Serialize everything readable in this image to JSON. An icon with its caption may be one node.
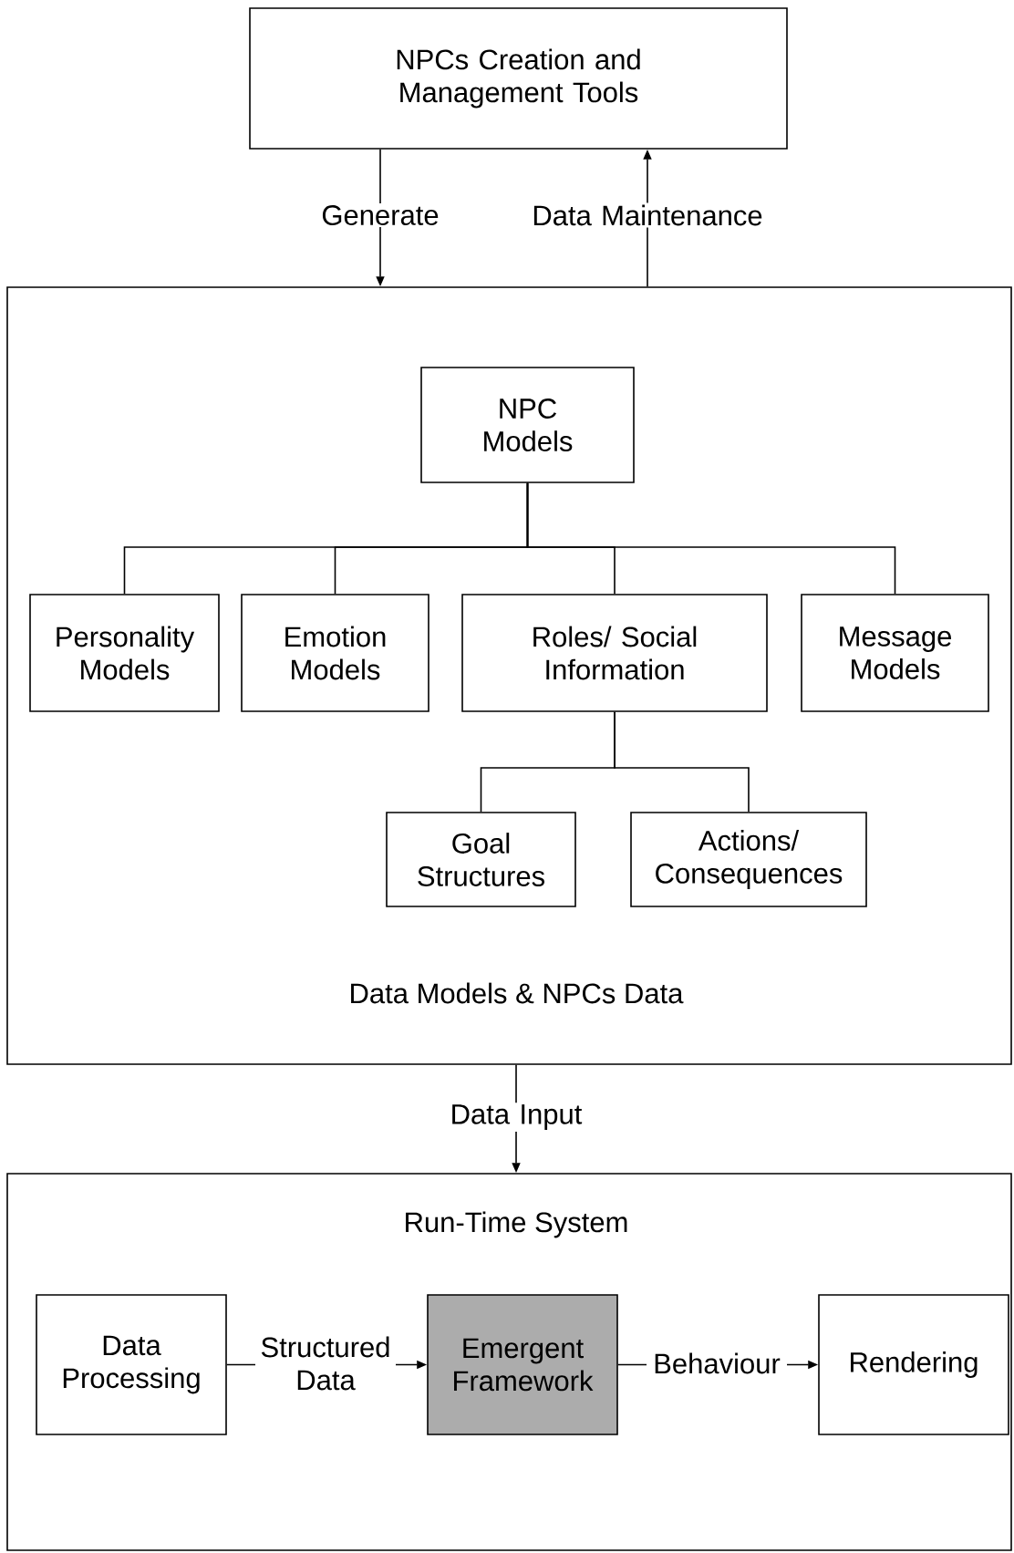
{
  "diagram": {
    "nodes": [
      {
        "text": [
          "NPCs Creation and Management Tools"
        ]
      },
      {
        "text": [
          "Data Models & NPCs Data"
        ]
      },
      {
        "text": [
          "NPC Models"
        ],
        "in": 1
      },
      {
        "text": [
          "Personality Models"
        ],
        "in": 1
      },
      {
        "text": [
          "Emotion Models"
        ],
        "in": 1
      },
      {
        "text": [
          "Roles/ Social Information"
        ],
        "in": 1
      },
      {
        "text": [
          "Message Models"
        ],
        "in": 1
      },
      {
        "text": [
          "Goal Structures"
        ],
        "in": 1
      },
      {
        "text": [
          "Actions/ Consequences"
        ],
        "in": 1
      },
      {
        "text": [
          "Run-Time System"
        ]
      },
      {
        "text": [
          "Data Processing"
        ],
        "in": 9
      },
      {
        "text": [
          "Emergent Framework"
        ],
        "in": 9
      },
      {
        "text": [
          "Rendering"
        ],
        "in": 9
      }
    ],
    "edges": [
      {
        "from": 0,
        "to": 1,
        "arrow": "to",
        "label": "Generate"
      },
      {
        "from": 1,
        "to": 0,
        "arrow": "to",
        "label": "Data Maintenance"
      },
      {
        "from": 2,
        "to": 3,
        "arrow": "none"
      },
      {
        "from": 2,
        "to": 4,
        "arrow": "none"
      },
      {
        "from": 2,
        "to": 5,
        "arrow": "none"
      },
      {
        "from": 2,
        "to": 6,
        "arrow": "none"
      },
      {
        "from": 5,
        "to": 7,
        "arrow": "none"
      },
      {
        "from": 5,
        "to": 8,
        "arrow": "none"
      },
      {
        "from": 1,
        "to": 9,
        "arrow": "to",
        "label": "Data Input"
      },
      {
        "from": 10,
        "to": 11,
        "arrow": "to",
        "label": "Structured Data"
      },
      {
        "from": 11,
        "to": 12,
        "arrow": "to",
        "label": "Behaviour"
      }
    ]
  }
}
